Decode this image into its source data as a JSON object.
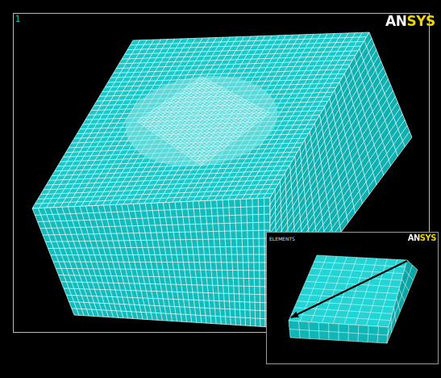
{
  "diagram": {
    "labels": [
      "1",
      "ANSYS",
      "ELEMENTS",
      "ANSYS"
    ]
  }
}
